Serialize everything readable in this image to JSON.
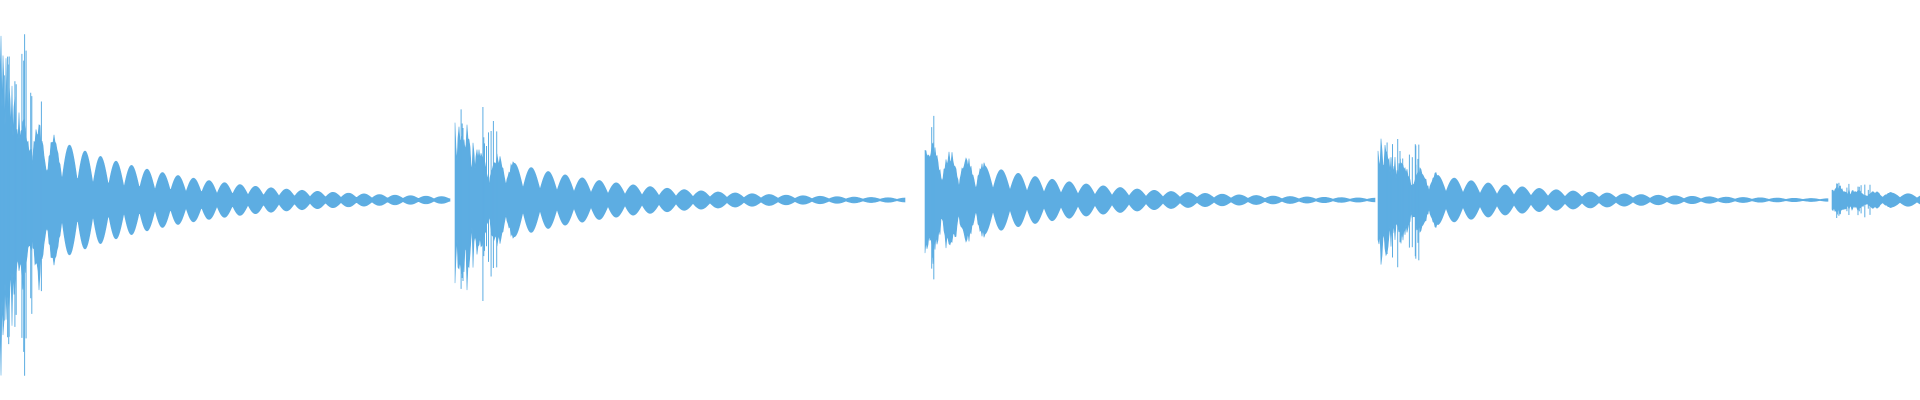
{
  "waveform": {
    "color": "#5dade2",
    "background": "#ffffff",
    "segments": [
      {
        "peak": 1.0,
        "transient": "dense"
      },
      {
        "peak": 0.62,
        "transient": "dense"
      },
      {
        "peak": 0.58,
        "transient": "single"
      },
      {
        "peak": 0.42,
        "transient": "dense"
      },
      {
        "peak": 0.12,
        "transient": "dense"
      }
    ]
  }
}
